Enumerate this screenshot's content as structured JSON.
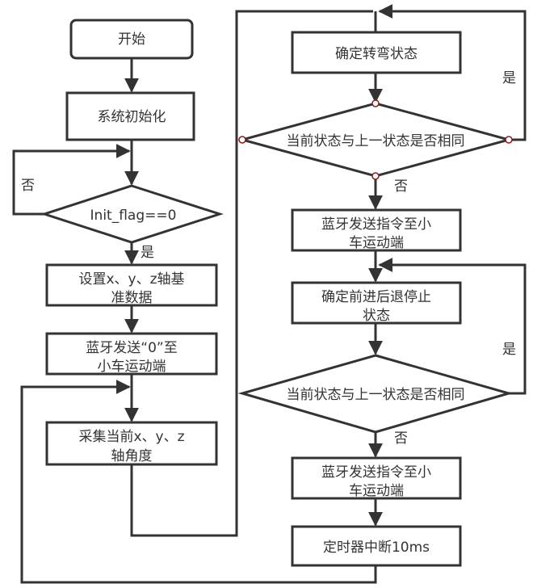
{
  "colors": {
    "stroke": "#333333",
    "fill": "#ffffff",
    "handle": "#8b1a1a"
  },
  "left_column": {
    "start": {
      "label": "开始"
    },
    "init": {
      "label": "系统初始化"
    },
    "check_flag": {
      "label": "Init_flag==0",
      "yes": "是",
      "no": "否"
    },
    "set_baseline": {
      "line1": "设置x、y、z轴基",
      "line2": "准数据"
    },
    "send_zero": {
      "line1": "蓝牙发送“0”至",
      "line2": "小车运动端"
    },
    "collect": {
      "line1": "采集当前x、y、z",
      "line2": "轴角度"
    }
  },
  "right_column": {
    "turn_state": {
      "label": "确定转弯状态"
    },
    "compare_turn": {
      "label": "当前状态与上一状态是否相同",
      "yes": "是",
      "no": "否"
    },
    "send_turn": {
      "line1": "蓝牙发送指令至小",
      "line2": "车运动端"
    },
    "move_state": {
      "line1": "确定前进后退停止",
      "line2": "状态"
    },
    "compare_move": {
      "label": "当前状态与上一状态是否相同",
      "yes": "是",
      "no": "否"
    },
    "send_move": {
      "line1": "蓝牙发送指令至小",
      "line2": "车运动端"
    },
    "timer": {
      "label": "定时器中断10ms"
    }
  }
}
